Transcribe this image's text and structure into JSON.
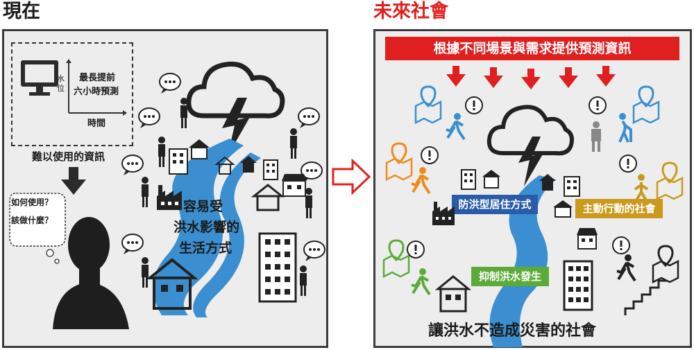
{
  "left": {
    "title": "現在",
    "chart": {
      "ylabel_line1": "水",
      "ylabel_line2": "位",
      "xlabel": "時間",
      "note_line1": "最長提前",
      "note_line2": "六小時預測"
    },
    "caption": "難以使用的資訊",
    "thought_line1": "如何使用？",
    "thought_line2": "該做什麼？",
    "center_line1": "容易受",
    "center_line2": "洪水影響的",
    "center_line3": "生活方式"
  },
  "arrow_icon": "hollow-right-arrow",
  "right": {
    "title": "未來社會",
    "banner": "根據不同場景與需求提供預測資訊",
    "label_blue": "防洪型居住方式",
    "label_gold": "主動行動的社會",
    "label_green": "抑制洪水發生",
    "bottom": "讓洪水不造成災害的社會"
  },
  "colors": {
    "accent_red": "#e0201e",
    "river_blue": "#3b8fd0",
    "label_blue": "#2a5ba8",
    "label_gold": "#c99a1d",
    "label_green": "#5cab3a",
    "icon_blue": "#3b8fd0",
    "icon_orange": "#f08a1c",
    "icon_green": "#5cab3a"
  },
  "icons": [
    "monitor-icon",
    "person-head-icon",
    "down-arrow-icon",
    "cloud-lightning-icon",
    "river-icon",
    "speech-bubble-icon",
    "house-icon",
    "building-icon",
    "factory-icon",
    "person-icon",
    "map-pin-icon",
    "running-person-icon",
    "elderly-person-icon",
    "stairs-icon"
  ]
}
